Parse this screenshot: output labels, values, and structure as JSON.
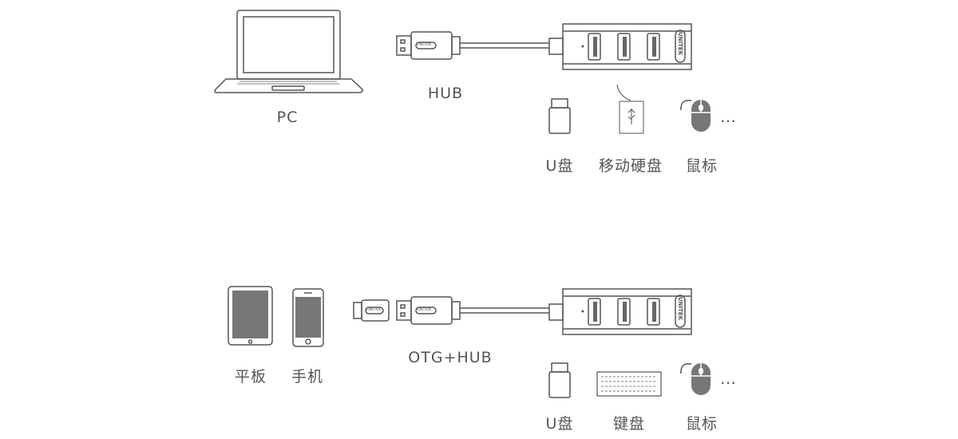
{
  "row1": {
    "source_label": "PC",
    "cable_label": "HUB",
    "brand_text": "UNITEK",
    "devices": [
      "U盘",
      "移动硬盘",
      "鼠标"
    ],
    "more": "…"
  },
  "row2": {
    "source_labels": [
      "平板",
      "手机"
    ],
    "cable_label": "OTG+HUB",
    "brand_text": "UNITEK",
    "devices": [
      "U盘",
      "键盘",
      "鼠标"
    ],
    "more": "…"
  },
  "colors": {
    "stroke": "#555555",
    "screen": "#777777",
    "port": "#666666"
  }
}
